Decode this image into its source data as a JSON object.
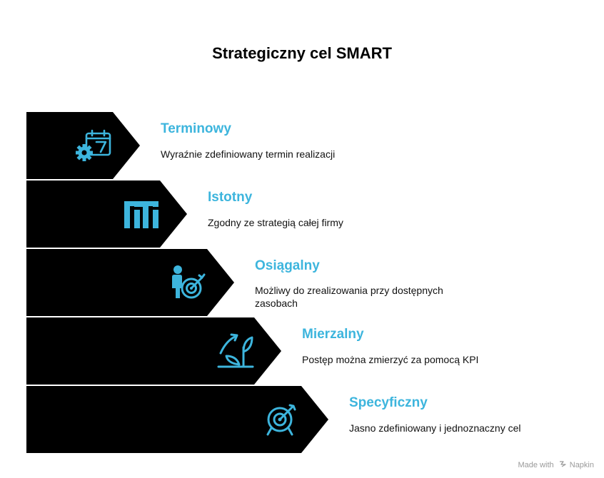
{
  "title": "Strategiczny cel SMART",
  "colors": {
    "shape_fill": "#000000",
    "accent": "#3db5dd",
    "text": "#111111"
  },
  "steps": [
    {
      "title": "Terminowy",
      "description": "Wyraźnie zdefiniowany termin realizacji",
      "icon": "calendar-gear-icon"
    },
    {
      "title": "Istotny",
      "description": "Zgodny ze strategią całej firmy",
      "icon": "building-columns-icon"
    },
    {
      "title": "Osiągalny",
      "description": "Możliwy do zrealizowania przy dostępnych zasobach",
      "icon": "person-target-icon"
    },
    {
      "title": "Mierzalny",
      "description": "Postęp można zmierzyć za pomocą KPI",
      "icon": "growth-plant-icon"
    },
    {
      "title": "Specyficzny",
      "description": "Jasno zdefiniowany i jednoznaczny cel",
      "icon": "target-arrow-icon"
    }
  ],
  "footer": {
    "made_with": "Made with",
    "brand": "Napkin"
  }
}
